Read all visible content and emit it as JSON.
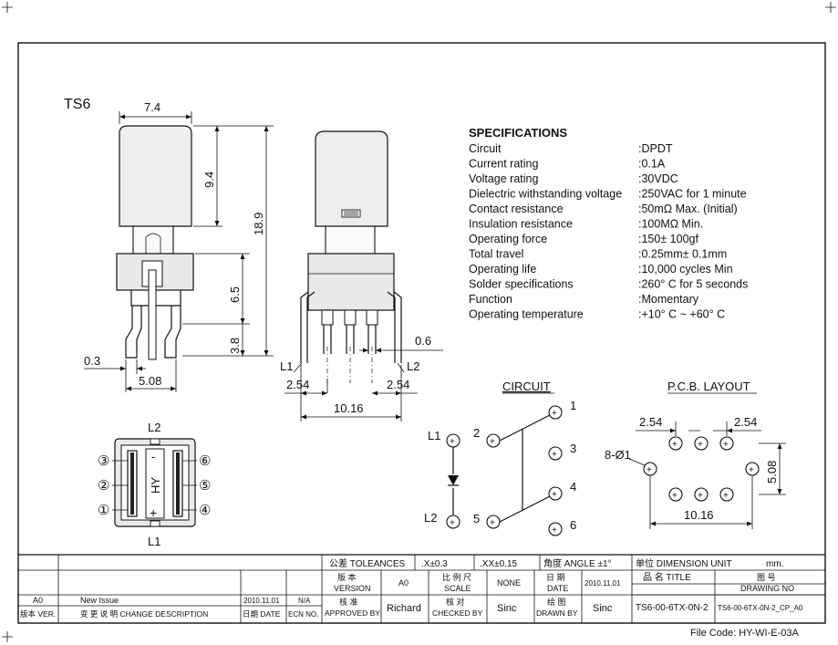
{
  "drawing": {
    "title_code": "TS6",
    "dims": {
      "cap_width": "7.4",
      "cap_height": "9.4",
      "overall_height": "18.9",
      "body_height": "6.5",
      "pin_length": "3.8",
      "pin_thickness": "0.3",
      "pin_spacing_side": "5.08",
      "pin_width": "0.6",
      "pitch_left": "2.54",
      "pitch_right": "2.54",
      "row_width": "10.16"
    },
    "front_labels": {
      "l1": "L1",
      "l2": "L2"
    },
    "bottom_view": {
      "l2": "L2",
      "l1": "L1",
      "brand": "HY",
      "minus": "-",
      "plus": "+",
      "pins_left": [
        "③",
        "②",
        "①"
      ],
      "pins_right": [
        "⑥",
        "⑤",
        "④"
      ]
    }
  },
  "specifications": {
    "heading": "SPECIFICATIONS",
    "rows": [
      {
        "name": "Circuit",
        "value": ":DPDT"
      },
      {
        "name": "Current rating",
        "value": ":0.1A"
      },
      {
        "name": "Voltage rating",
        "value": ":30VDC"
      },
      {
        "name": "Dielectric withstanding voltage",
        "value": ":250VAC for 1 minute"
      },
      {
        "name": "Contact resistance",
        "value": ":50mΩ   Max. (Initial)"
      },
      {
        "name": "Insulation resistance",
        "value": ":100MΩ   Min."
      },
      {
        "name": "Operating force",
        "value": ":150± 100gf"
      },
      {
        "name": "Total travel",
        "value": ":0.25mm± 0.1mm"
      },
      {
        "name": "Operating life",
        "value": ":10,000 cycles Min"
      },
      {
        "name": "Solder specifications",
        "value": ":260° C for 5 seconds"
      },
      {
        "name": "Function",
        "value": ":Momentary"
      },
      {
        "name": "Operating temperature",
        "value": ":+10° C ~ +60° C"
      }
    ]
  },
  "circuit": {
    "title": "CIRCUIT",
    "l1": "L1",
    "l2": "L2",
    "terminals": [
      "1",
      "2",
      "3",
      "4",
      "5",
      "6"
    ]
  },
  "pcb": {
    "title": "P.C.B. LAYOUT",
    "pitch_left": "2.54",
    "pitch_right": "2.54",
    "holes": "8-Ø1",
    "height": "5.08",
    "width": "10.16"
  },
  "title_block": {
    "tolerances_label": "公差 TOLEANCES",
    "tol_x": ".X±0.3",
    "tol_xx": ".XX±0.15",
    "tol_angle": "角度 ANGLE ±1°",
    "unit_label": "单位  DIMENSION UNIT",
    "unit_value": "mm.",
    "version_cn": "版 本",
    "version_en": "VERSION",
    "version_value": "A0",
    "scale_cn": "比 例 尺",
    "scale_en": "SCALE",
    "scale_value": "NONE",
    "date_cn": "日  期",
    "date_en": "DATE",
    "date_value": "2010.11.01",
    "title_cn": "品 名  TITLE",
    "drawing_no_cn": "图  号",
    "drawing_no_en": "DRAWING NO",
    "approved_cn": "核 准",
    "approved_en": "APPROVED BY",
    "approved_value": "Richard",
    "checked_cn": "核 对",
    "checked_en": "CHECKED BY",
    "checked_value": "Sinc",
    "drawn_cn": "绘 图",
    "drawn_en": "DRAWN BY",
    "drawn_value": "Sinc",
    "title_value": "TS6-00-6TX-0N-2",
    "drawing_no_value": "TS6-00-6TX-0N-2_CP_A0",
    "rev_version": "A0",
    "rev_desc": "New Issue",
    "rev_date": "2010.11.01",
    "rev_ecn": "N/A",
    "hdr_version": "版本 VER.",
    "hdr_desc": "变 更 说 明  CHANGE DESCRIPTION",
    "hdr_date": "日期 DATE",
    "hdr_ecn": "ECN NO."
  },
  "file_code": "File Code: HY-WI-E-03A"
}
